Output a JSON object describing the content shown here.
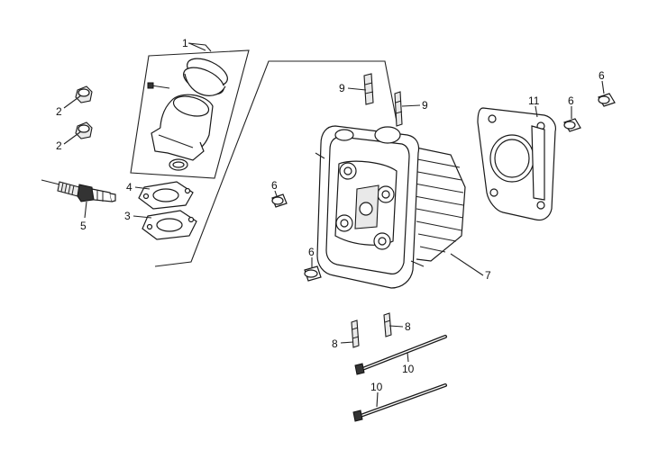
{
  "callouts": {
    "c1": "1",
    "c2a": "2",
    "c2b": "2",
    "c3": "3",
    "c4": "4",
    "c5": "5",
    "c6a": "6",
    "c6b": "6",
    "c6c": "6",
    "c6d": "6",
    "c7": "7",
    "c8a": "8",
    "c8b": "8",
    "c9a": "9",
    "c9b": "9",
    "c10a": "10",
    "c10b": "10",
    "c11": "11"
  }
}
